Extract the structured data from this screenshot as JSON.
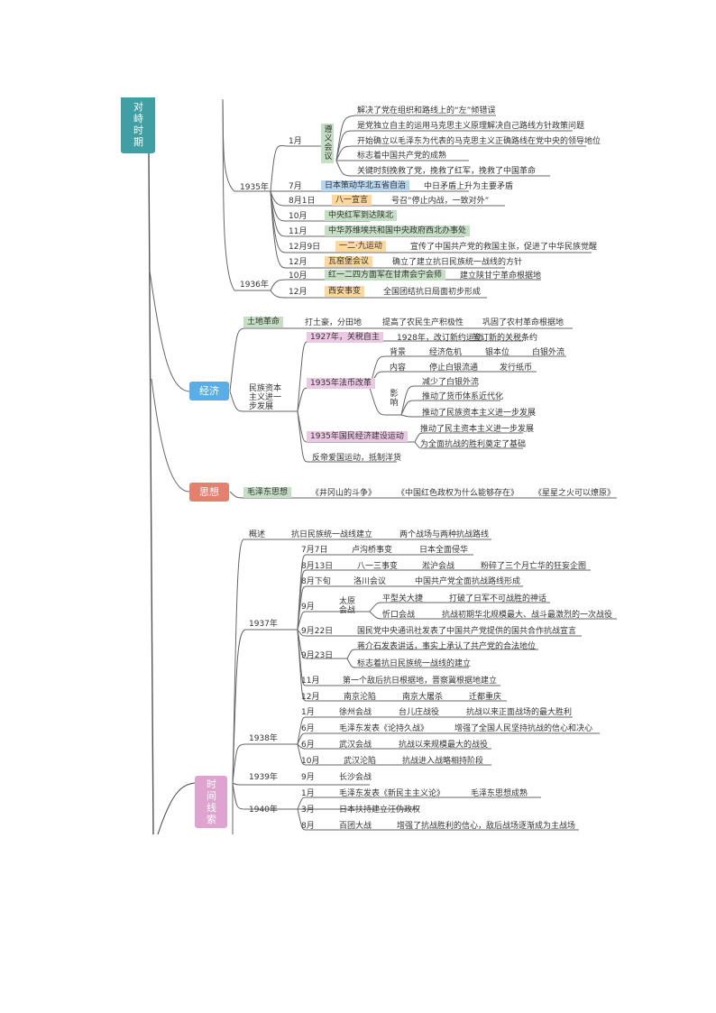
{
  "colors": {
    "teal": "#3f9fa3",
    "blue": "#5aaee6",
    "salmon": "#e4806d",
    "pink": "#dfa3cf",
    "green": "#c5dfc4",
    "orange": "#fcd89a",
    "lightblue": "#b7d6f0",
    "lightpink": "#ecc9e3"
  },
  "topics": {
    "duizhi": "对峙时期",
    "jingji": "经济",
    "sixiang": "思想",
    "shijian": "时间线索"
  },
  "y1935": {
    "year": "1935年",
    "jan": {
      "month": "1月",
      "box": "遵义会议",
      "points": [
        "解决了党在组织和路线上的“左”倾错误",
        "是党独立自主的运用马克思主义原理解决自己路线方针政策问题",
        "开始确立以毛泽东为代表的马克思主义正确路线在党中央的领导地位",
        "标志着中国共产党的成熟",
        "关键时刻挽救了党，挽救了红军，挽救了中国革命"
      ]
    },
    "rows": [
      {
        "month": "7月",
        "box": "日本策动华北五省自治",
        "note": "中日矛盾上升为主要矛盾"
      },
      {
        "month": "8月1日",
        "box": "八一宣言",
        "note": "号召“停止内战，一致对外”"
      },
      {
        "month": "10月",
        "box": "中央红军到达陕北",
        "note": ""
      },
      {
        "month": "11月",
        "box": "中华苏维埃共和国中央政府西北办事处",
        "note": ""
      },
      {
        "month": "12月9日",
        "box": "一二·九运动",
        "note": "宣传了中国共产党的救国主张，促进了中华民族觉醒"
      },
      {
        "month": "12月",
        "box": "瓦窑堡会议",
        "note": "确立了建立抗日民族统一战线的方针"
      }
    ]
  },
  "y1936": {
    "year": "1936年",
    "rows": [
      {
        "month": "10月",
        "box": "红一二四方面军在甘肃会宁会师",
        "note": "建立陕甘宁革命根据地"
      },
      {
        "month": "12月",
        "box": "西安事变",
        "note": "全国团结抗日局面初步形成"
      }
    ]
  },
  "economy": {
    "land": {
      "box": "土地革命",
      "items": [
        "打土豪，分田地",
        "提高了农民生产积极性",
        "巩固了农村革命根据地"
      ]
    },
    "capital": {
      "label": "民族资本主义进一步发展",
      "tariff": {
        "box": "1927年，关税自主",
        "items": [
          "1928年，改订新约运动",
          "签订新的关税条约"
        ]
      },
      "fabi": {
        "box": "1935年法币改革",
        "bg": {
          "label": "背景",
          "items": [
            "经济危机",
            "银本位",
            "白银外流"
          ]
        },
        "content": {
          "label": "内容",
          "items": [
            "停止白银流通",
            "发行纸币"
          ]
        },
        "impact": {
          "label": "影响",
          "items": [
            "减少了白银外流",
            "推动了货币体系近代化",
            "推动了民族资本主义进一步发展"
          ]
        }
      },
      "construction": {
        "box": "1935年国民经济建设运动",
        "items": [
          "推动了民主资本主义进一步发展",
          "为全面抗战的胜利奠定了基础"
        ]
      },
      "boycott": "反帝爱国运动，抵制洋货"
    }
  },
  "thought": {
    "box": "毛泽东思想",
    "items": [
      "《井冈山的斗争》",
      "《中国红色政权为什么能够存在》",
      "《星星之火可以燎原》"
    ]
  },
  "timeline": {
    "overview": {
      "label": "概述",
      "items": [
        "抗日民族统一战线建立",
        "两个战场与两种抗战路线"
      ]
    },
    "y1937": {
      "year": "1937年",
      "r1": {
        "month": "7月7日",
        "items": [
          "卢沟桥事变",
          "日本全面侵华"
        ]
      },
      "r2": {
        "month": "8月13日",
        "items": [
          "八一三事变",
          "淞沪会战",
          "粉碎了三个月亡华的狂妄企图"
        ]
      },
      "r3": {
        "month": "8月下旬",
        "items": [
          "洛川会议",
          "中国共产党全面抗战路线形成"
        ]
      },
      "r4": {
        "month": "9月",
        "label": "太原会战",
        "a": [
          "平型关大捷",
          "打破了日军不可战胜的神话"
        ],
        "b": [
          "忻口会战",
          "抗战初期华北规模最大、战斗最激烈的一次战役"
        ]
      },
      "r5": {
        "month": "9月22日",
        "text": "国民党中央通讯社发表了中国共产党提供的国共合作抗战宣言"
      },
      "r6": {
        "month": "9月23日",
        "items": [
          "蒋介石发表讲话，事实上承认了共产党的合法地位",
          "标志着抗日民族统一战线的建立"
        ]
      },
      "r7": {
        "month": "11月",
        "text": "第一个敌后抗日根据地，晋察冀根据地建立"
      },
      "r8": {
        "month": "12月",
        "items": [
          "南京沦陷",
          "南京大屠杀",
          "迁都重庆"
        ]
      }
    },
    "y1938": {
      "year": "1938年",
      "rows": [
        {
          "month": "1月",
          "items": [
            "徐州会战",
            "台儿庄战役",
            "抗战以来正面战场的最大胜利"
          ]
        },
        {
          "month": "6月",
          "items": [
            "毛泽东发表《论持久战》",
            "增强了全国人民坚持抗战的信心和决心"
          ]
        },
        {
          "month": "6月",
          "items": [
            "武汉会战",
            "抗战以来规模最大的战役"
          ]
        },
        {
          "month": "10月",
          "items": [
            "武汉沦陷",
            "抗战进入战略相持阶段"
          ]
        }
      ]
    },
    "y1939": {
      "year": "1939年",
      "month": "9月",
      "text": "长沙会战"
    },
    "y1940": {
      "year": "1940年",
      "rows": [
        {
          "month": "1月",
          "items": [
            "毛泽东发表《新民主主义论》",
            "毛泽东思想成熟"
          ]
        },
        {
          "month": "3月",
          "items": [
            "日本扶持建立汪伪政权"
          ]
        },
        {
          "month": "8月",
          "items": [
            "百团大战",
            "增强了抗战胜利的信心，敌后战场逐渐成为主战场"
          ]
        }
      ]
    }
  }
}
